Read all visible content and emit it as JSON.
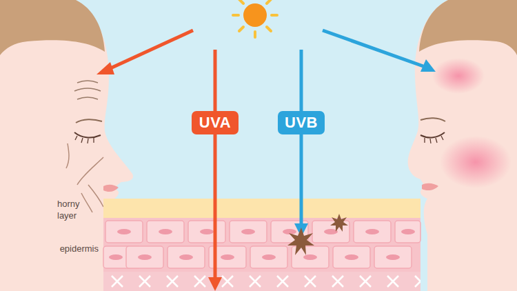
{
  "diagram": {
    "nodes": [
      {
        "text": [
          "UVA"
        ]
      },
      {
        "text": [
          "UVB"
        ]
      }
    ],
    "labels": [
      "horny layer",
      "epidermis"
    ]
  }
}
